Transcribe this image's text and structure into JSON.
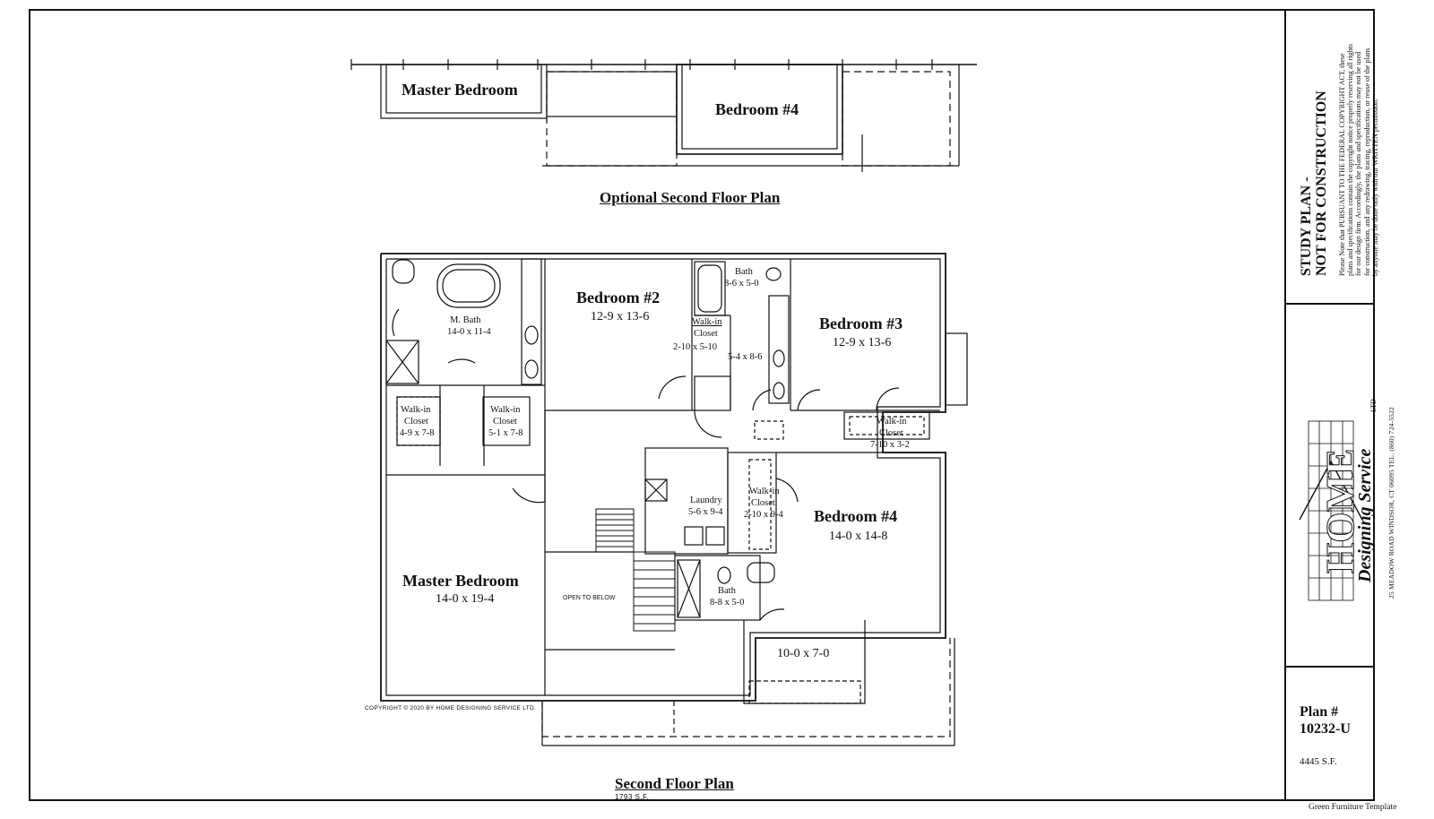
{
  "optional_plan": {
    "title": "Optional Second Floor Plan",
    "rooms": {
      "master": "Master Bedroom",
      "bedroom4": "Bedroom #4"
    }
  },
  "second_floor": {
    "title": "Second Floor Plan",
    "area": "1793 S.F.",
    "copyright": "COPYRIGHT © 2020 BY HOME DESIGNING SERVICE LTD.",
    "open_to_below": "OPEN TO BELOW",
    "rooms": {
      "m_bath": {
        "name": "M. Bath",
        "dim": "14-0 x 11-4"
      },
      "bedroom2": {
        "name": "Bedroom #2",
        "dim": "12-9 x 13-6"
      },
      "bath_top": {
        "name": "Bath",
        "dim": "8-6 x 5-0"
      },
      "wic_top": {
        "name": "Walk-in",
        "name2": "Closet",
        "dim": "2-10 x 5-10"
      },
      "hall_dim": "5-4 x 8-6",
      "bedroom3": {
        "name": "Bedroom #3",
        "dim": "12-9 x 13-6"
      },
      "wic_left": {
        "name": "Walk-in",
        "name2": "Closet",
        "dim": "4-9 x 7-8"
      },
      "wic_mid": {
        "name": "Walk-in",
        "name2": "Closet",
        "dim": "5-1 x 7-8"
      },
      "wic_right": {
        "name": "Walk-in",
        "name2": "Closet",
        "dim": "7-10 x 3-2"
      },
      "laundry": {
        "name": "Laundry",
        "dim": "5-6 x 9-4"
      },
      "wic_b4": {
        "name": "Walk-in",
        "name2": "Closet",
        "dim": "2-10 x 9-4"
      },
      "bedroom4": {
        "name": "Bedroom #4",
        "dim": "14-0 x 14-8"
      },
      "master": {
        "name": "Master Bedroom",
        "dim": "14-0 x 19-4"
      },
      "bath_bottom": {
        "name": "Bath",
        "dim": "8-8 x 5-0"
      },
      "nook_dim": "10-0 x 7-0"
    }
  },
  "title_block": {
    "study_line1": "STUDY PLAN -",
    "study_line2": "NOT FOR CONSTRUCTION",
    "notice": "Please Note that PURSUANT TO THE FEDERAL COPYRIGHT ACT, these plans and specifications contain the copyright notice properly reserving all rights for our design firm. Accordingly, the plans and specifications may not be used for construction, and any redrawing, tracing, reproduction, or reuse of the plans by anyone may be done only with our WRITTEN permission.",
    "logo_word": "HOME",
    "logo_script": "Designing Service",
    "logo_ltd": "LTD",
    "address": "25 MEADOW ROAD    WINDSOR, CT 06095    TEL. (860) 724-5522",
    "plan_label": "Plan #",
    "plan_number": "10232-U",
    "square_feet": "4445 S.F.",
    "template": "Green Furniture Template"
  },
  "colors": {
    "ink": "#111111",
    "paper": "#ffffff"
  }
}
